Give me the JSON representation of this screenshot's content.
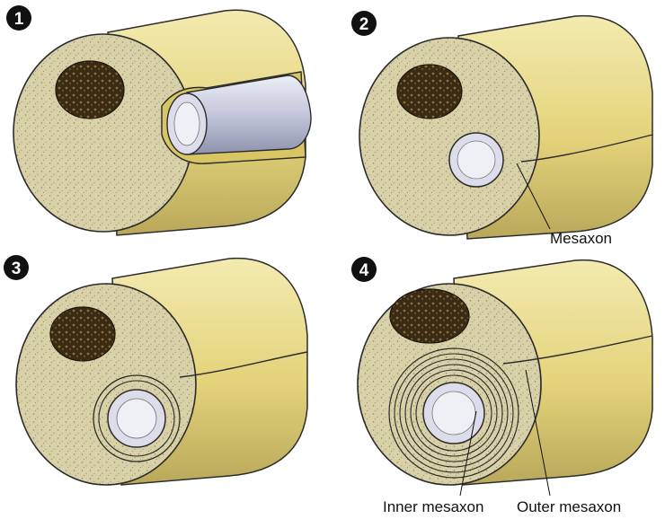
{
  "steps": [
    {
      "number": "1"
    },
    {
      "number": "2",
      "labels": [
        "Mesaxon"
      ]
    },
    {
      "number": "3"
    },
    {
      "number": "4",
      "labels": [
        "Inner mesaxon",
        "Outer mesaxon"
      ]
    }
  ],
  "colors": {
    "cytoplasm": "#d9d1a8",
    "membrane_yellow": "#ead97a",
    "nucleus": "#3a2a14",
    "axon": "#c9cbdc",
    "outline": "#2b2b2b"
  }
}
